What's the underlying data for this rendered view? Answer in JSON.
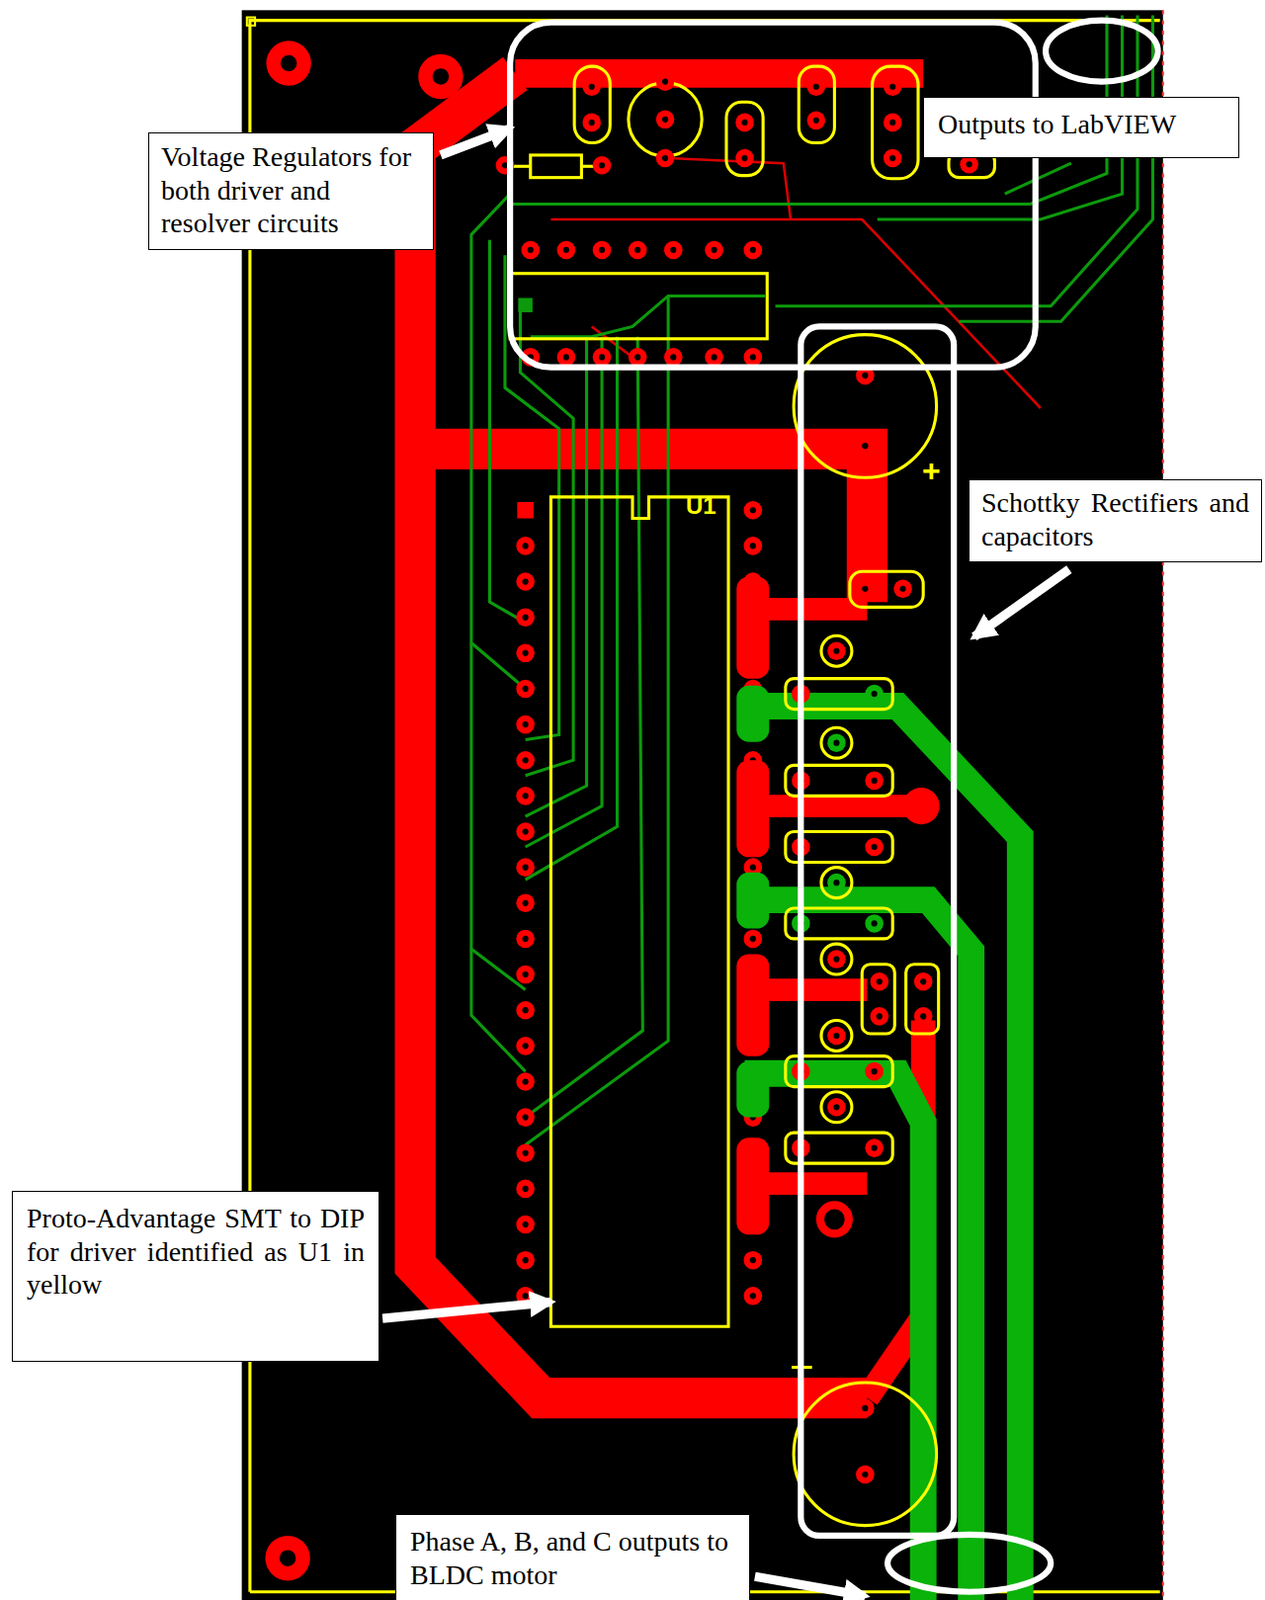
{
  "diagram": {
    "nodes": [
      {
        "text": [
          "Voltage Regulators for both driver and resolver circuits"
        ]
      },
      {
        "text": [
          "Outputs to LabVIEW"
        ]
      },
      {
        "text": [
          "Schottky Rectifiers and capacitors"
        ]
      },
      {
        "text": [
          "Proto-Advantage SMT to DIP for driver identified as U1 in yellow"
        ]
      },
      {
        "text": [
          "Phase A, B, and C outputs to BLDC motor"
        ]
      }
    ],
    "labels": [
      "U1",
      "+"
    ]
  }
}
